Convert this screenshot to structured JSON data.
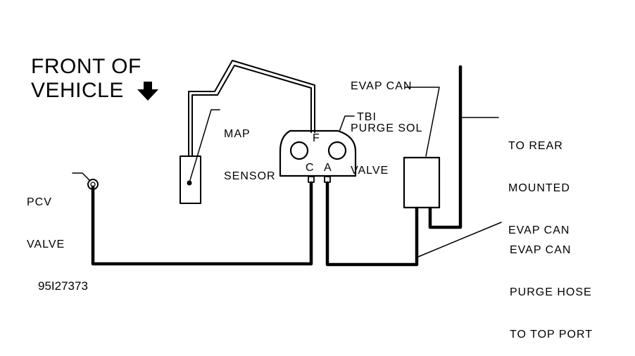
{
  "title": {
    "line1": "FRONT OF",
    "line2": "VEHICLE"
  },
  "labels": {
    "map_sensor_1": "MAP",
    "map_sensor_2": "SENSOR",
    "tbi": "TBI",
    "port_f": "F",
    "port_c": "C",
    "port_a": "A",
    "pcv_1": "PCV",
    "pcv_2": "VALVE",
    "evap_sol_1": "EVAP CAN",
    "evap_sol_2": "PURGE SOL",
    "evap_sol_3": "VALVE",
    "rear_can_1": "TO REAR",
    "rear_can_2": "MOUNTED",
    "rear_can_3": "EVAP CAN",
    "purge_hose_1": "EVAP CAN",
    "purge_hose_2": "PURGE HOSE",
    "purge_hose_3": "TO TOP PORT"
  },
  "figure_id": "95I27373",
  "icons": {
    "front_direction": "arrow-down-icon"
  }
}
